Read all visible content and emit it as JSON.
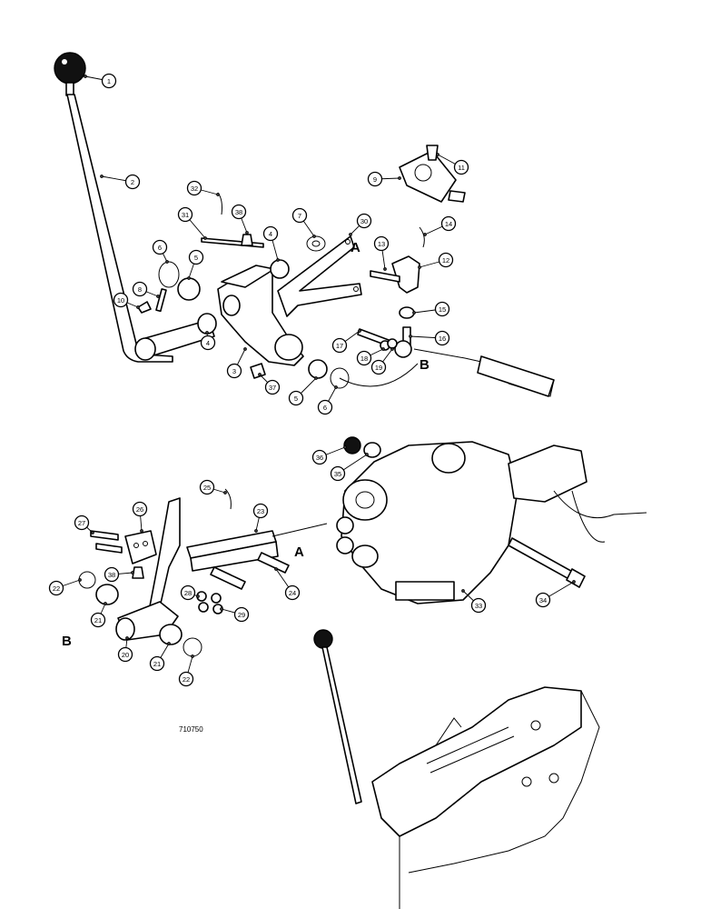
{
  "figure_number": "710750",
  "connection_labels": [
    "A",
    "B"
  ],
  "callouts": [
    {
      "id": "c1",
      "number": "1"
    },
    {
      "id": "c2",
      "number": "2"
    },
    {
      "id": "c3",
      "number": "3"
    },
    {
      "id": "c4a",
      "number": "4"
    },
    {
      "id": "c4b",
      "number": "4"
    },
    {
      "id": "c5a",
      "number": "5"
    },
    {
      "id": "c5b",
      "number": "5"
    },
    {
      "id": "c6a",
      "number": "6"
    },
    {
      "id": "c6b",
      "number": "6"
    },
    {
      "id": "c7",
      "number": "7"
    },
    {
      "id": "c8",
      "number": "8"
    },
    {
      "id": "c9",
      "number": "9"
    },
    {
      "id": "c10",
      "number": "10"
    },
    {
      "id": "c11",
      "number": "11"
    },
    {
      "id": "c12",
      "number": "12"
    },
    {
      "id": "c13",
      "number": "13"
    },
    {
      "id": "c14",
      "number": "14"
    },
    {
      "id": "c15",
      "number": "15"
    },
    {
      "id": "c16",
      "number": "16"
    },
    {
      "id": "c17",
      "number": "17"
    },
    {
      "id": "c18",
      "number": "18"
    },
    {
      "id": "c19",
      "number": "19"
    },
    {
      "id": "c20",
      "number": "20"
    },
    {
      "id": "c21a",
      "number": "21"
    },
    {
      "id": "c21b",
      "number": "21"
    },
    {
      "id": "c22a",
      "number": "22"
    },
    {
      "id": "c22b",
      "number": "22"
    },
    {
      "id": "c23",
      "number": "23"
    },
    {
      "id": "c24",
      "number": "24"
    },
    {
      "id": "c25",
      "number": "25"
    },
    {
      "id": "c26",
      "number": "26"
    },
    {
      "id": "c27",
      "number": "27"
    },
    {
      "id": "c28",
      "number": "28"
    },
    {
      "id": "c29",
      "number": "29"
    },
    {
      "id": "c30",
      "number": "30"
    },
    {
      "id": "c31",
      "number": "31"
    },
    {
      "id": "c32",
      "number": "32"
    },
    {
      "id": "c33",
      "number": "33"
    },
    {
      "id": "c34",
      "number": "34"
    },
    {
      "id": "c35",
      "number": "35"
    },
    {
      "id": "c36",
      "number": "36"
    },
    {
      "id": "c37",
      "number": "37"
    },
    {
      "id": "c38a",
      "number": "38"
    },
    {
      "id": "c38b",
      "number": "38"
    }
  ]
}
